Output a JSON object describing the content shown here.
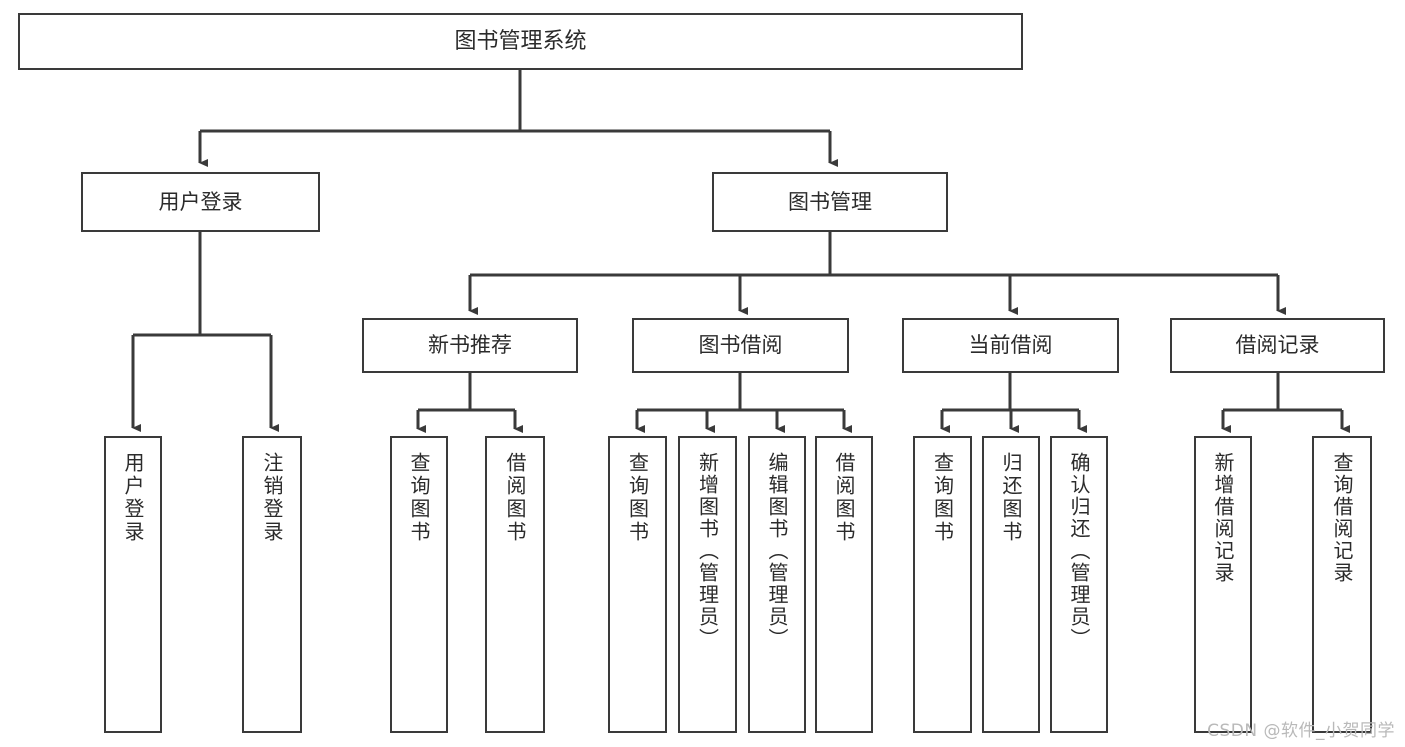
{
  "diagram": {
    "title": "图书管理系统",
    "type": "tree-hierarchy",
    "watermark": "CSDN @软件_小贺同学",
    "colors": {
      "border": "#3a3a3a",
      "text": "#2b2b2b",
      "background": "#ffffff",
      "watermark": "#b9b9b9"
    }
  },
  "nodes": {
    "root": {
      "label": "图书管理系统"
    },
    "level2": [
      {
        "label": "用户登录"
      },
      {
        "label": "图书管理"
      }
    ],
    "level3": [
      {
        "label": "新书推荐"
      },
      {
        "label": "图书借阅"
      },
      {
        "label": "当前借阅"
      },
      {
        "label": "借阅记录"
      }
    ],
    "leaves": {
      "user_login": [
        {
          "label": "用户登录"
        },
        {
          "label": "注销登录"
        }
      ],
      "new_book": [
        {
          "label": "查询图书"
        },
        {
          "label": "借阅图书"
        }
      ],
      "book_borrow": [
        {
          "label": "查询图书"
        },
        {
          "label": "新增图书（管理员）"
        },
        {
          "label": "编辑图书（管理员）"
        },
        {
          "label": "借阅图书"
        }
      ],
      "current_borrow": [
        {
          "label": "查询图书"
        },
        {
          "label": "归还图书"
        },
        {
          "label": "确认归还（管理员）"
        }
      ],
      "borrow_record": [
        {
          "label": "新增借阅记录"
        },
        {
          "label": "查询借阅记录"
        }
      ]
    }
  }
}
